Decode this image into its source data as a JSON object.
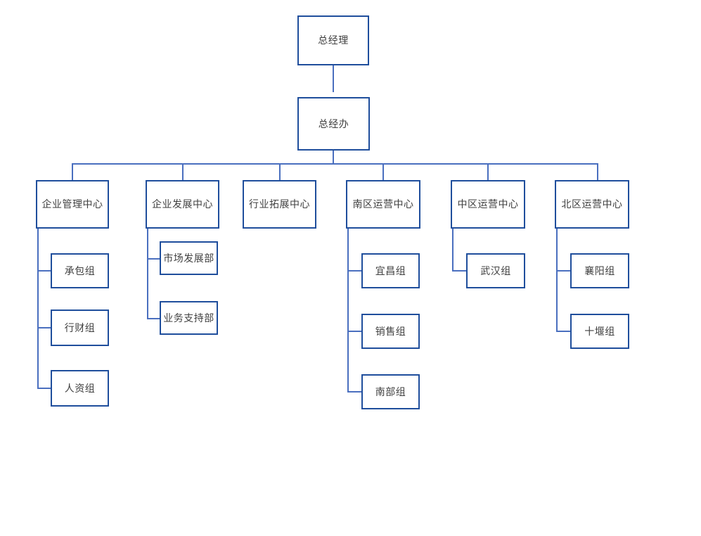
{
  "chart": {
    "type": "org-chart",
    "title": "",
    "palette": {
      "node_border": "#1F4E9C",
      "node_fill": "#FFFFFF",
      "connector": "#4A6FBF",
      "text": "#3F3F3F",
      "background": "#FFFFFF"
    },
    "levels": [
      {
        "level": 0,
        "labels": [
          "总经理"
        ]
      },
      {
        "level": 1,
        "labels": [
          "总经办"
        ]
      },
      {
        "level": 2,
        "labels": [
          "企业管理中心",
          "企业发展中心",
          "行业拓展中心",
          "南区运营中心",
          "中区运营中心",
          "北区运营中心"
        ]
      },
      {
        "level": 3,
        "labels": [
          "承包组",
          "行财组",
          "人资组",
          "市场发展部",
          "业务支持部",
          "宜昌组",
          "销售组",
          "南部组",
          "武汉组",
          "襄阳组",
          "十堰组"
        ]
      }
    ],
    "nodes": {
      "root": {
        "label": "总经理"
      },
      "office": {
        "label": "总经办"
      },
      "c1": {
        "label": "企业管理中心"
      },
      "c2": {
        "label": "企业发展中心"
      },
      "c3": {
        "label": "行业拓展中心"
      },
      "c4": {
        "label": "南区运营中心"
      },
      "c5": {
        "label": "中区运营中心"
      },
      "c6": {
        "label": "北区运营中心"
      },
      "c1a": {
        "label": "承包组"
      },
      "c1b": {
        "label": "行财组"
      },
      "c1c": {
        "label": "人资组"
      },
      "c2a": {
        "label": "市场发展部"
      },
      "c2b": {
        "label": "业务支持部"
      },
      "c4a": {
        "label": "宜昌组"
      },
      "c4b": {
        "label": "销售组"
      },
      "c4c": {
        "label": "南部组"
      },
      "c5a": {
        "label": "武汉组"
      },
      "c6a": {
        "label": "襄阳组"
      },
      "c6b": {
        "label": "十堰组"
      }
    },
    "hierarchy": [
      {
        "label": "总经理",
        "children": [
          {
            "label": "总经办",
            "children": [
              {
                "label": "企业管理中心",
                "children": [
                  {
                    "label": "承包组"
                  },
                  {
                    "label": "行财组"
                  },
                  {
                    "label": "人资组"
                  }
                ]
              },
              {
                "label": "企业发展中心",
                "children": [
                  {
                    "label": "市场发展部"
                  },
                  {
                    "label": "业务支持部"
                  }
                ]
              },
              {
                "label": "行业拓展中心",
                "children": []
              },
              {
                "label": "南区运营中心",
                "children": [
                  {
                    "label": "宜昌组"
                  },
                  {
                    "label": "销售组"
                  },
                  {
                    "label": "南部组"
                  }
                ]
              },
              {
                "label": "中区运营中心",
                "children": [
                  {
                    "label": "武汉组"
                  }
                ]
              },
              {
                "label": "北区运营中心",
                "children": [
                  {
                    "label": "襄阳组"
                  },
                  {
                    "label": "十堰组"
                  }
                ]
              }
            ]
          }
        ]
      }
    ]
  }
}
